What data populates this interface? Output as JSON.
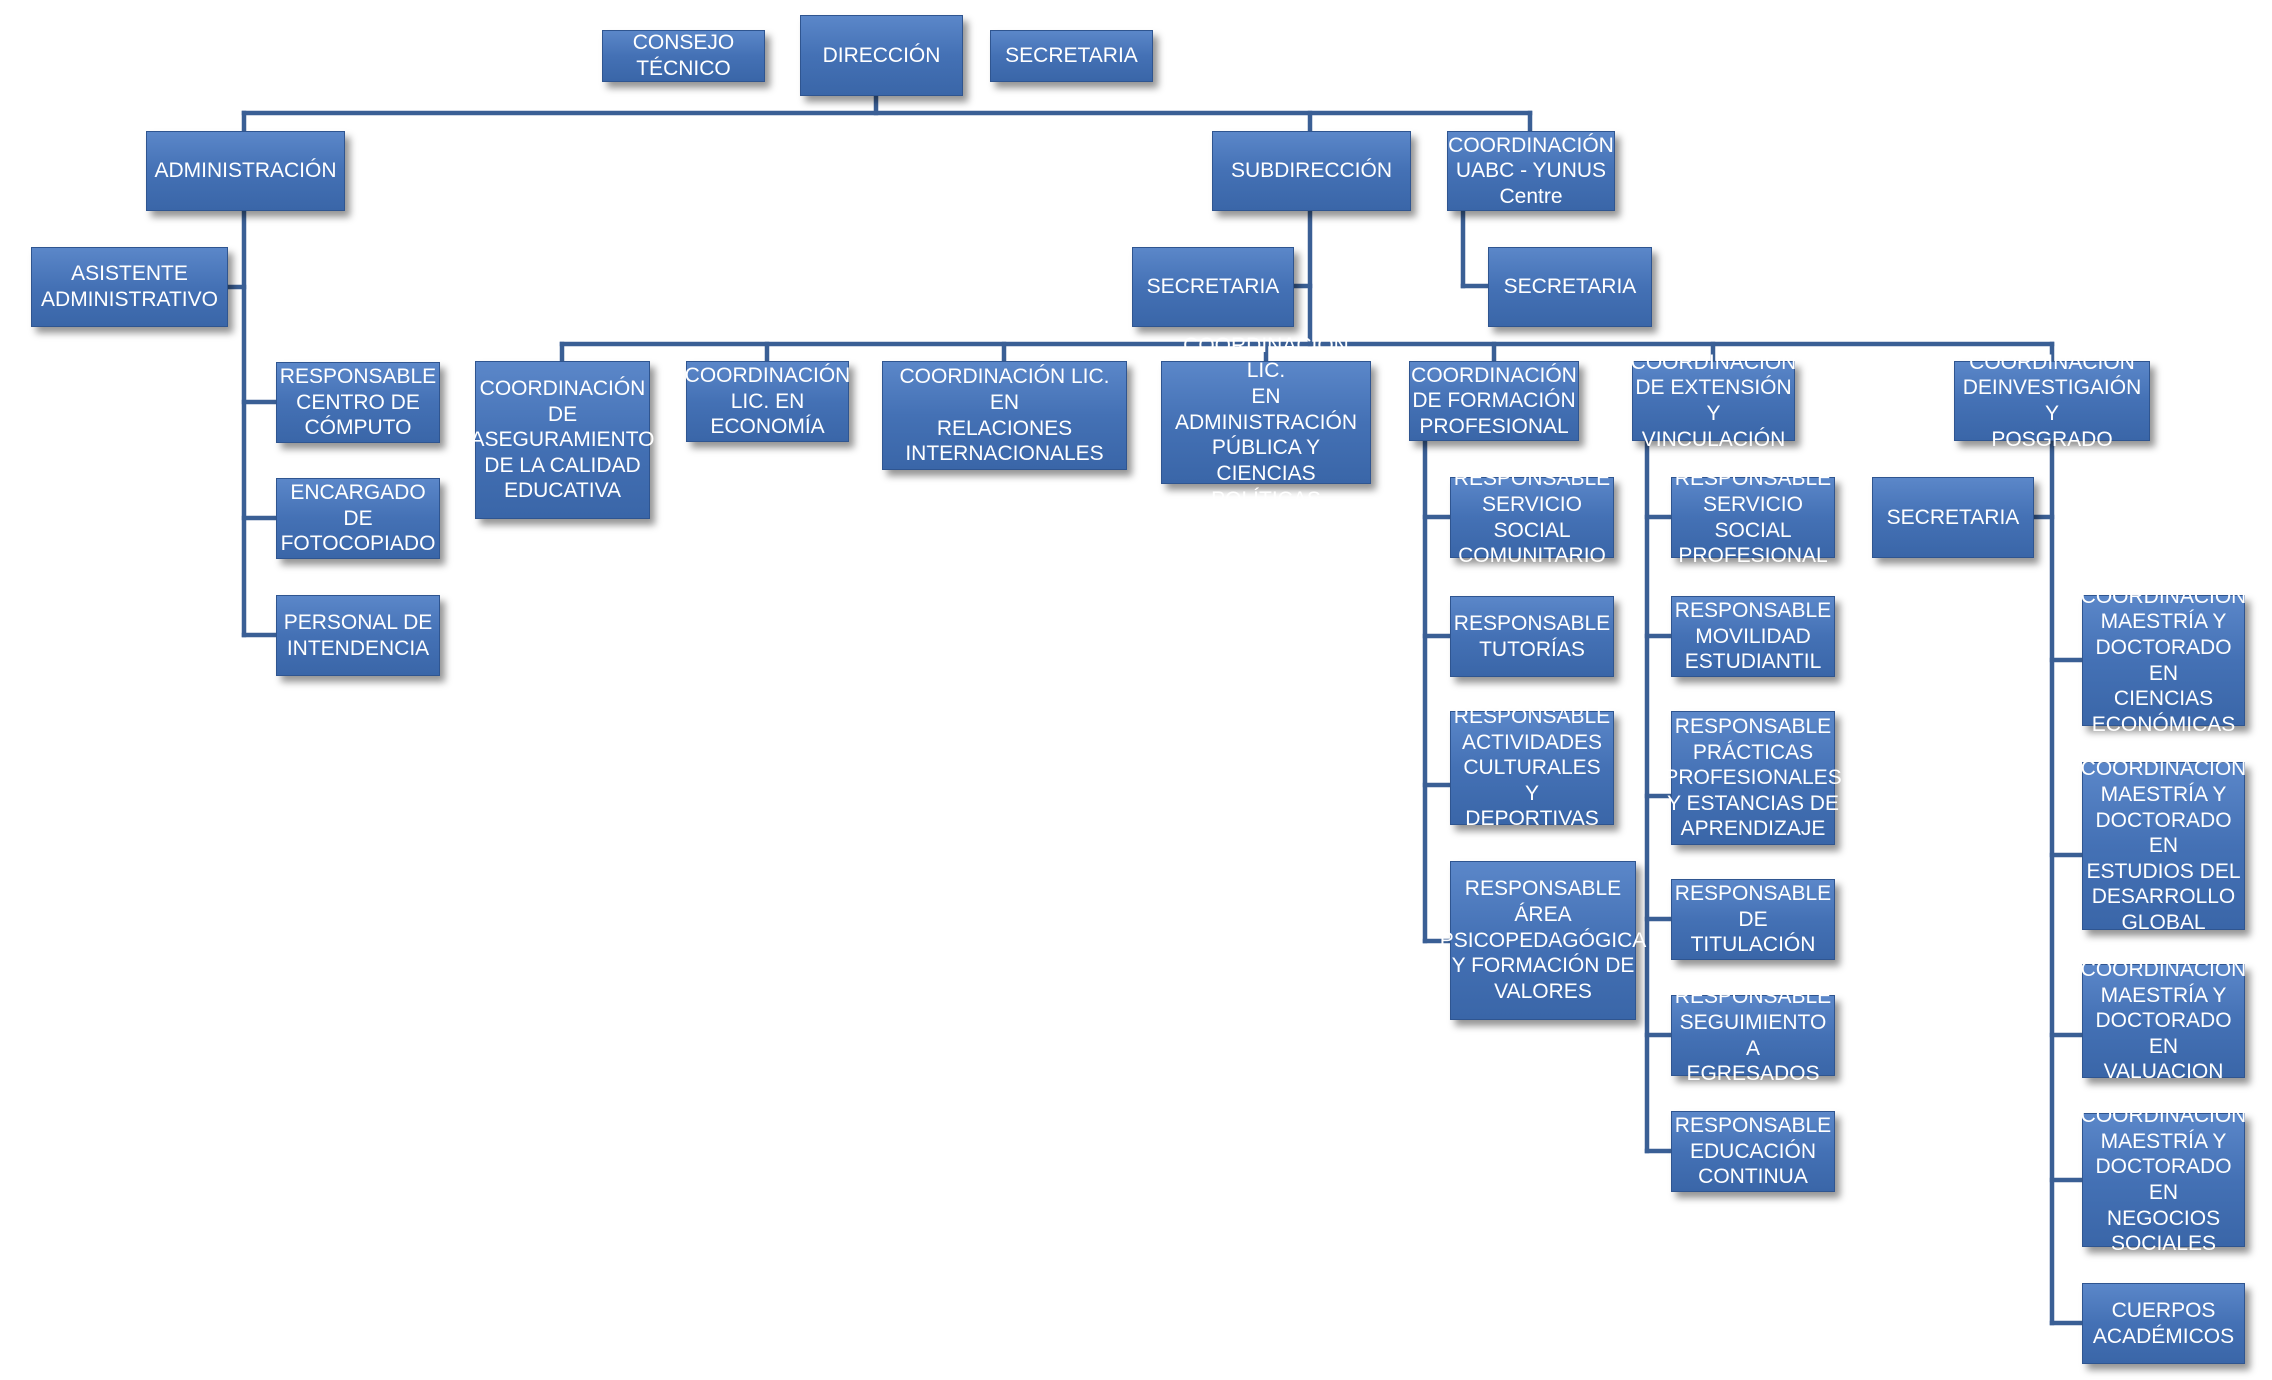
{
  "colors": {
    "box_fill": "#4472c4",
    "connector": "#3a5f95",
    "text": "#ffffff"
  },
  "nodes": {
    "consejo": "CONSEJO\nTÉCNICO",
    "direccion": "DIRECCIÓN",
    "secretaria_dir": "SECRETARIA",
    "administracion": "ADMINISTRACIÓN",
    "subdireccion": "SUBDIRECCIÓN",
    "coord_uabc": "COORDINACIÓN\nUABC - YUNUS\nCentre",
    "asistente": "ASISTENTE\nADMINISTRATIVO",
    "secretaria_sub": "SECRETARIA",
    "secretaria_uabc": "SECRETARIA",
    "resp_computo": "RESPONSABLE\nCENTRO DE\nCÓMPUTO",
    "encargado_fotocopiado": "ENCARGADO DE\nFOTOCOPIADO",
    "personal_intendencia": "PERSONAL DE\nINTENDENCIA",
    "coord_aseguramiento": "COORDINACIÓN\nDE\nASEGURAMIENTO\nDE LA CALIDAD\nEDUCATIVA",
    "coord_economia": "COORDINACIÓN\nLIC. EN\nECONOMÍA",
    "coord_rel_int": "COORDINACIÓN LIC. EN\nRELACIONES\nINTERNACIONALES",
    "coord_admin_publica": "COORDINACIÓN LIC.\nEN ADMINISTRACIÓN\nPÚBLICA Y CIENCIAS\nPOLÍTICAS",
    "coord_formacion": "COORDINACIÓN\nDE FORMACIÓN\nPROFESIONAL",
    "coord_extension": "COORDINACIÓN\nDE EXTENSIÓN Y\nVINCULACIÓN",
    "coord_investigacion": "COORDINACIÓN\nDEINVESTIGAIÓN Y\nPOSGRADO",
    "resp_ss_comunitario": "RESPONSABLE\nSERVICIO SOCIAL\nCOMUNITARIO",
    "resp_tutorias": "RESPONSABLE\nTUTORÍAS",
    "resp_actividades": "RESPONSABLE\nACTIVIDADES\nCULTURALES Y\nDEPORTIVAS",
    "resp_psicopedagogica": "RESPONSABLE\nÁREA\nPSICOPEDAGÓGICA\nY FORMACIÓN DE\nVALORES",
    "resp_ss_profesional": "RESPONSABLE\nSERVICIO SOCIAL\nPROFESIONAL",
    "resp_movilidad": "RESPONSABLE\nMOVILIDAD\nESTUDIANTIL",
    "resp_practicas": "RESPONSABLE\nPRÁCTICAS\nPROFESIONALES\nY ESTANCIAS DE\nAPRENDIZAJE",
    "resp_titulacion": "RESPONSABLE\nDE TITULACIÓN",
    "resp_egresados": "RESPONSABLE\nSEGUIMIENTO A\nEGRESADOS",
    "resp_educacion_continua": "RESPONSABLE\nEDUCACIÓN\nCONTINUA",
    "secretaria_inv": "SECRETARIA",
    "coord_md_economicas": "COORDINACIÓN\nMAESTRÍA Y\nDOCTORADO EN\nCIENCIAS\nECONÓMICAS",
    "coord_md_desarrollo": "COORDINACIÓN\nMAESTRÍA Y\nDOCTORADO EN\nESTUDIOS DEL\nDESARROLLO\nGLOBAL",
    "coord_md_valuacion": "COORDINACIÓN\nMAESTRÍA Y\nDOCTORADO EN\nVALUACION",
    "coord_md_negocios": "COORDINACIÓN\nMAESTRÍA Y\nDOCTORADO EN\nNEGOCIOS\nSOCIALES",
    "cuerpos_academicos": "CUERPOS\nACADÉMICOS"
  }
}
